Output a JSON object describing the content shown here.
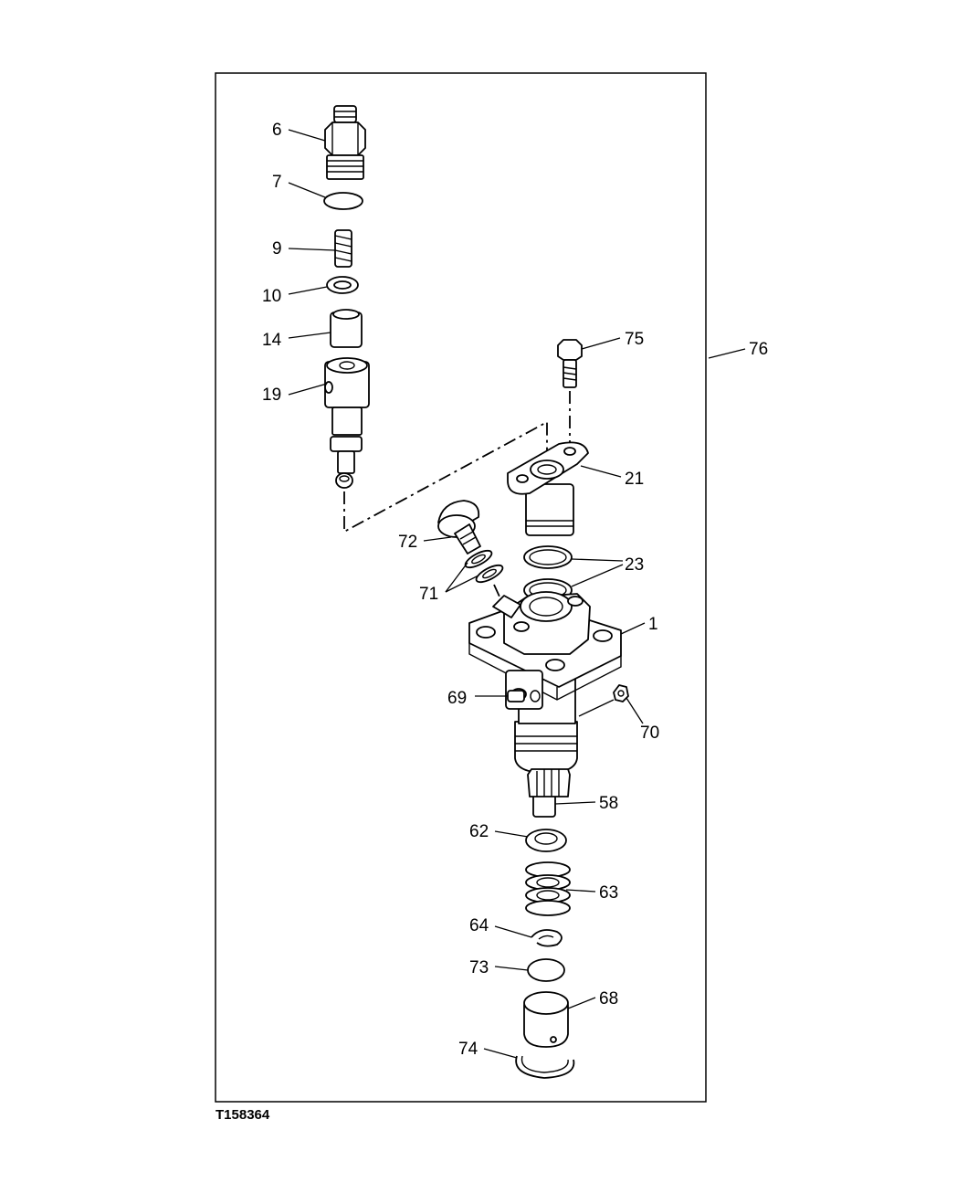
{
  "figure_id": "T158364",
  "callouts": {
    "c6": "6",
    "c7": "7",
    "c9": "9",
    "c10": "10",
    "c14": "14",
    "c19": "19",
    "c75": "75",
    "c76": "76",
    "c21": "21",
    "c72": "72",
    "c23": "23",
    "c71": "71",
    "c1": "1",
    "c69": "69",
    "c70": "70",
    "c58": "58",
    "c62": "62",
    "c63": "63",
    "c64": "64",
    "c73": "73",
    "c68": "68",
    "c74": "74"
  }
}
